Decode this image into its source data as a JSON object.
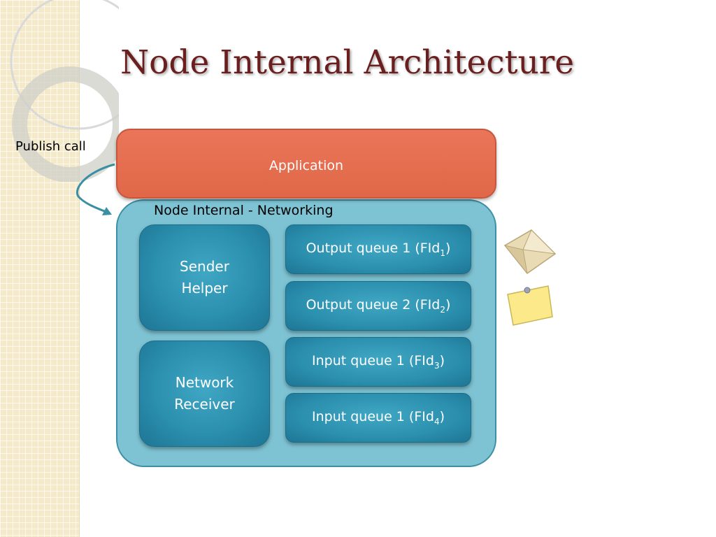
{
  "slide": {
    "title": "Node Internal Architecture"
  },
  "diagram": {
    "publish_label": "Publish call",
    "application_label": "Application",
    "networking_label": "Node Internal - Networking",
    "sender_helper": {
      "line1": "Sender",
      "line2": "Helper"
    },
    "network_receiver": {
      "line1": "Network",
      "line2": "Receiver"
    },
    "queues": [
      {
        "prefix": "Output queue 1 (FId",
        "sub": "1",
        "suffix": ")"
      },
      {
        "prefix": "Output queue 2 (FId",
        "sub": "2",
        "suffix": ")"
      },
      {
        "prefix": "Input queue 1 (FId",
        "sub": "3",
        "suffix": ")"
      },
      {
        "prefix": "Input queue 1 (FId",
        "sub": "4",
        "suffix": ")"
      }
    ],
    "icons": [
      "envelope-icon",
      "sticky-note-icon"
    ]
  },
  "colors": {
    "title": "#6b1e1e",
    "application": "#e8704f",
    "networking_container": "#7ec3d3",
    "component": "#2b8fae",
    "arrow": "#3a8fa3"
  }
}
